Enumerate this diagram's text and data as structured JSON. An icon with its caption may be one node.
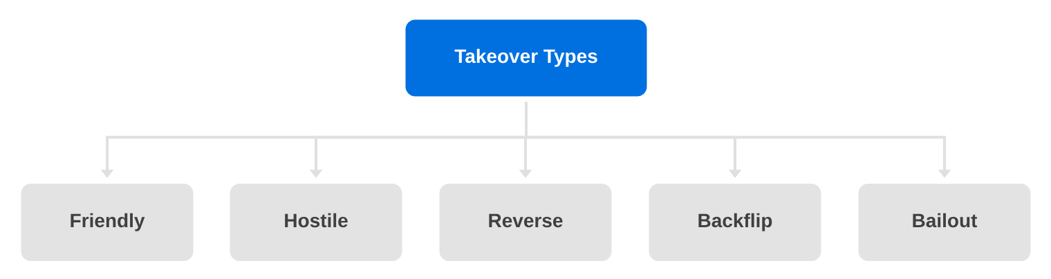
{
  "diagram": {
    "nodes": [
      {
        "text": [
          "Takeover Types"
        ]
      },
      {
        "text": [
          "Friendly"
        ]
      },
      {
        "text": [
          "Hostile"
        ]
      },
      {
        "text": [
          "Reverse"
        ]
      },
      {
        "text": [
          "Backflip"
        ]
      },
      {
        "text": [
          "Bailout"
        ]
      }
    ],
    "edges": [
      {
        "from": 0,
        "to": 1,
        "arrow": "to"
      },
      {
        "from": 0,
        "to": 2,
        "arrow": "to"
      },
      {
        "from": 0,
        "to": 3,
        "arrow": "to"
      },
      {
        "from": 0,
        "to": 4,
        "arrow": "to"
      },
      {
        "from": 0,
        "to": 5,
        "arrow": "to"
      }
    ]
  }
}
